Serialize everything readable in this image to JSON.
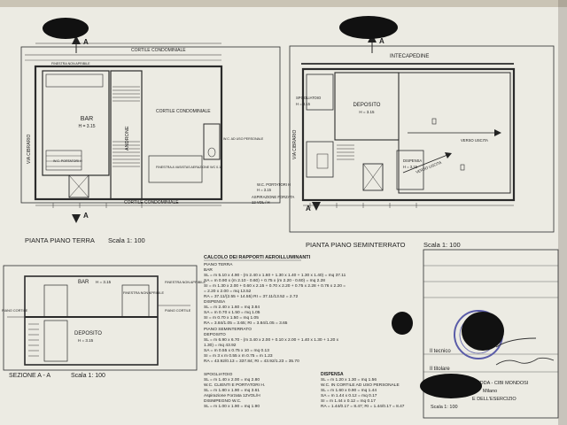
{
  "plan_ground": {
    "title": "PIANTA PIANO TERRA",
    "scale": "Scala 1: 100",
    "room_bar": "BAR",
    "room_bar_h": "H = 3.15",
    "androne": "ANDRONE",
    "cortile_condominiale_top": "CORTILE CONDOMINIALE",
    "cortile_condominiale_right": "CORTILE CONDOMINIALE",
    "cortile_condominiale_bottom": "CORTILE CONDOMINIALE",
    "via_cibrario": "VIA CIBRARIO",
    "finestra_non_apribile": "FINESTRA NON APRIBILE",
    "wc_personale": "W.C. AD USO PERSONALE",
    "finestra_vasistas": "FINESTRA A VASISTAS AERAZIONE WC 0.12",
    "wc_portatori": "W.C. PORTATORI H",
    "section_mark": "A"
  },
  "plan_basement": {
    "title": "PIANTA PIANO SEMINTERRATO",
    "scale": "Scala 1: 100",
    "intercapedine": "INTECAPEDINE",
    "deposito": "DEPOSITO",
    "deposito_h": "H = 3.15",
    "spogliatoio": "SPOGLIATOIO",
    "spogliatoio_h": "H = 3.15",
    "dispensa": "DISPENSA",
    "dispensa_h": "H = 3.15",
    "wc_portatori": "W.C. PORTATORI H",
    "wc_h": "H = 3.15",
    "aspirazione": "ASPIRAZIONE FORZATA",
    "vol": "12 VOL / H",
    "verso_uscita": "VERSO USCITA",
    "via_cibrario": "VIA CIBRARIO",
    "section_mark": "A"
  },
  "section": {
    "title": "SEZIONE A - A",
    "scale": "Scala 1: 100",
    "bar": "BAR",
    "bar_h": "H = 3.15",
    "deposito": "DEPOSITO",
    "deposito_h": "H = 3.15",
    "piano_cortile": "PIANO CORTILE",
    "finestra_portatori": "FINESTRA NON APRIBILE",
    "finestra_right": "FINESTRA NON APRIBILE"
  },
  "calcolo": {
    "title": "CALCOLO DEI RAPPORTI AEROILLUMINANTI",
    "lines": [
      "PIANO TERRA",
      "BAR",
      "SL = m 5.10 x 4.90 - (m 2.40 x 1.60 + 1.30 x 1.40 + 1.30 x 1.40) = mq 37.11",
      "SA = m 0.90 x (m 2.10 - 0.60) + 0.75 x (m 2.20 - 0.60) = mq 2.28",
      "SI = m 1.30 x 2.00 + 0.60 x 2.15 + 0.70 x 2.20 + 0.75 x 2.28 + 0.76 x 2.20 =",
      "= 2.20 x 2.00 = mq 13.52",
      "RA = 37.11/(2.55 + 14.55)          RI = 37.11/13.52 = 2.72",
      "DISPENSA",
      "SL = m 2.40 x 1.60 = mq 3.84",
      "SA = m 0.70 x 1.50 = mq 1.05",
      "SI = m 0.70 x 1.50 = mq 1.05",
      "RA = 3.84/1.05 = 3.65;          RI = 3.84/1.05 = 3.65",
      "PIANO SEMINTERRATO",
      "DEPOSITO",
      "SL = m 6.90 x 6.70 - (m 3.40 x 2.00 + 0.10 x 2.00 + 1.40 x 1.30 + 1.20 x",
      "1.30) = mq 43.92",
      "SA = m 0.55 x 0.75 x 10 = mq 0.13",
      "SI = m 3 x m 0.55 x m 0.75 = m 1.23",
      "RA = 43.92/0.13 = 337.84;   RI = 43.92/1.23 = 35.70",
      "SPOGLIATOIO",
      "SL = m 1.40 x 2.00 = mq 2.80",
      "W.C. CLIENTI E PORTATORI H.",
      "SL = m 1.80 x 1.90 = mq 3.61",
      "Aspirazione Forzata 12VOL/H",
      "DISIMPEGNO W.C.",
      "SL = m 1.00 x 1.90 = mq 1.90"
    ],
    "dispensa_title": "DISPENSA",
    "dispensa_lines": [
      "SL = m 1.20 x 1.30 = mq 1.56",
      "W.C. IN CORTILE AD USO PERSONALE",
      "SL = m 1.60 x 0.90 = mq 1.44",
      "SA = m 1.44 x 0.12 = mq 0.17",
      "SI = m 1.44 x 0.12 = mq 0.17",
      "RA = 1.44/0.17 = 8.47;  RI = 1.44/0.17 = 8.47"
    ]
  },
  "titleblock": {
    "tecnico": "Il tecnico",
    "titolare": "Il titolare",
    "firm_fragment": "EDDA - CIBI MONDOSI",
    "milano": "Milano",
    "esercizio": "E DELL'ESERCIZIO",
    "scale": "Scala 1: 100"
  }
}
